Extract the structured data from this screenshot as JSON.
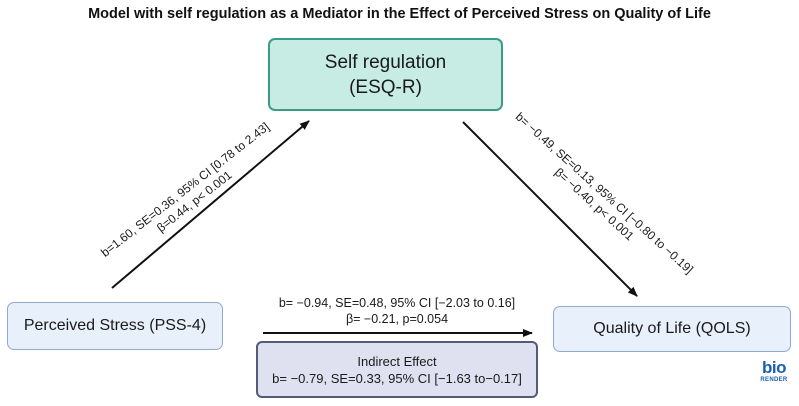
{
  "title": "Model with self regulation as a Mediator in the Effect of Perceived Stress on Quality of Life",
  "mediator": {
    "line1": "Self regulation",
    "line2": "(ESQ-R)"
  },
  "predictor": {
    "label": "Perceived Stress (PSS-4)"
  },
  "outcome": {
    "label": "Quality of Life (QOLS)"
  },
  "path_a": {
    "line1": "b=1.60, SE=0.36, 95% CI [0.78 to 2.43]",
    "line2": "β=0.44, p< 0.001"
  },
  "path_b": {
    "line1": "b= −0.49, SE=0.13, 95% CI [−0.80 to −0.19]",
    "line2": "β= −0.40, p< 0.001"
  },
  "path_c": {
    "line1": "b= −0.94, SE=0.48, 95% CI [−2.03 to 0.16]",
    "line2": "β= −0.21, p=0.054"
  },
  "indirect": {
    "title": "Indirect Effect",
    "stats": "b= −0.79, SE=0.33, 95% CI [−1.63 to−0.17]"
  },
  "logo": {
    "top": "bio",
    "bottom": "RENDER"
  },
  "colors": {
    "mediator_fill": "#c7ece3",
    "mediator_border": "#3a9b87",
    "node_fill": "#e8f0fb",
    "node_border": "#8fa9d1",
    "indirect_fill": "#dfe1f0",
    "indirect_border": "#555a78",
    "logo": "#1c5fb0"
  }
}
